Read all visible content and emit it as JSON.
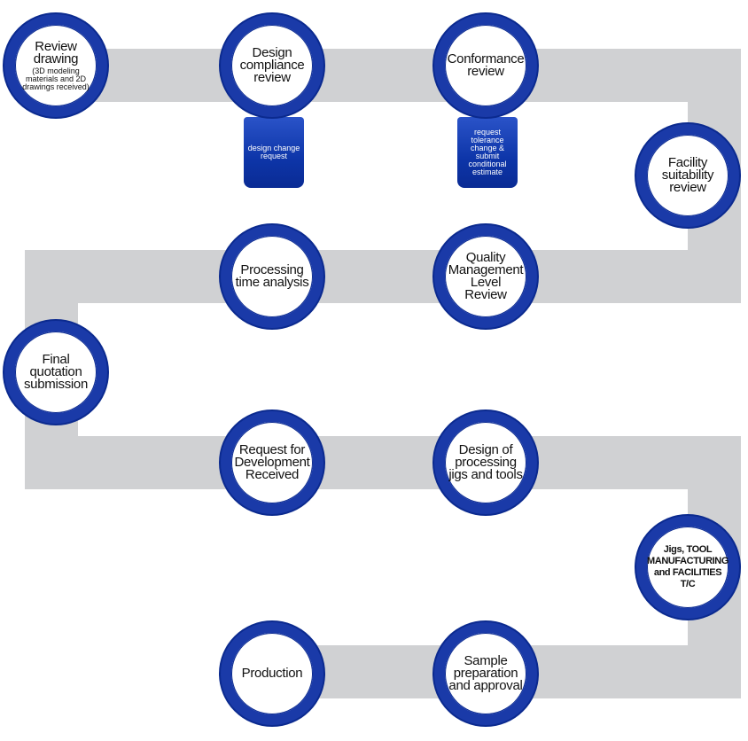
{
  "colors": {
    "track": "#d0d1d3",
    "ring": "#1a3aa8",
    "tab": "#0d35a8"
  },
  "steps": [
    {
      "id": "review-drawing",
      "label": "Review drawing",
      "sub": "(3D modeling materials and 2D drawings received)"
    },
    {
      "id": "design-compliance-review",
      "label": "Design compliance review"
    },
    {
      "id": "conformance-review",
      "label": "Conformance review"
    },
    {
      "id": "facility-suitability-review",
      "label": "Facility suitability review"
    },
    {
      "id": "quality-management-level-review",
      "label": "Quality Management Level Review"
    },
    {
      "id": "processing-time-analysis",
      "label": "Processing time analysis"
    },
    {
      "id": "final-quotation-submission",
      "label": "Final quotation submission"
    },
    {
      "id": "request-for-development-received",
      "label": "Request for Development Received"
    },
    {
      "id": "design-of-processing-jigs-and-tools",
      "label": "Design of processing jigs and tools"
    },
    {
      "id": "jigs-tool-manufacturing",
      "label": "Jigs, TOOL MANUFACTURING and FACILITIES T/C"
    },
    {
      "id": "sample-preparation-and-approval",
      "label": "Sample preparation and approval"
    },
    {
      "id": "production",
      "label": "Production"
    }
  ],
  "tabs": {
    "design_change": "design change request",
    "tolerance_change": "request tolerance change & submit conditional estimate"
  }
}
